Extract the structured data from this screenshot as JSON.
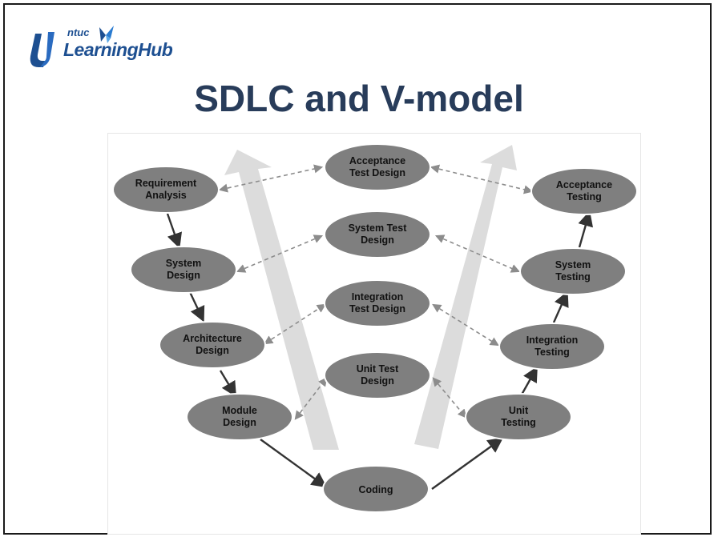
{
  "header": {
    "logo_small": "ntuc",
    "logo_main": "LearningHub",
    "title": "SDLC and V-model"
  },
  "nodes": {
    "requirement_analysis": [
      "Requirement",
      "Analysis"
    ],
    "system_design": [
      "System",
      "Design"
    ],
    "architecture_design": [
      "Architecture",
      "Design"
    ],
    "module_design": [
      "Module",
      "Design"
    ],
    "coding": [
      "Coding"
    ],
    "acceptance_test_design": [
      "Acceptance",
      "Test Design"
    ],
    "system_test_design": [
      "System Test",
      "Design"
    ],
    "integration_test_design": [
      "Integration",
      "Test Design"
    ],
    "unit_test_design": [
      "Unit Test",
      "Design"
    ],
    "unit_testing": [
      "Unit",
      "Testing"
    ],
    "integration_testing": [
      "Integration",
      "Testing"
    ],
    "system_testing": [
      "System",
      "Testing"
    ],
    "acceptance_testing": [
      "Acceptance",
      "Testing"
    ]
  },
  "colors": {
    "node_fill": "#7f7f7f",
    "arrow": "#333333",
    "dashed_link": "#8c8c8c",
    "big_arrow": "#dcdcdc",
    "title": "#283c5a",
    "logo_blue": "#1d4f91"
  }
}
